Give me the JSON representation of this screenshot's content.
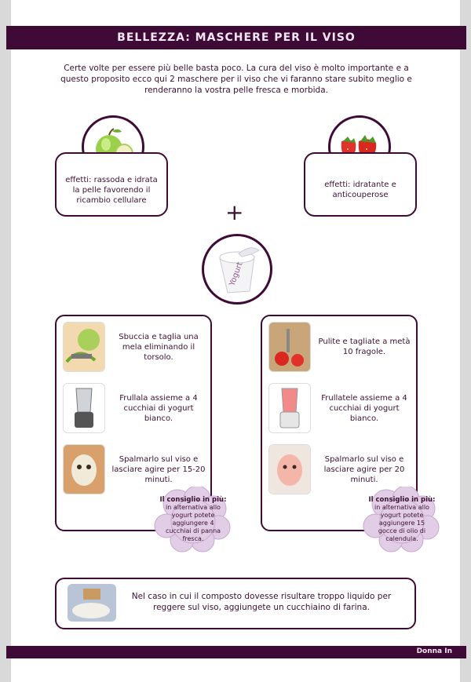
{
  "header": {
    "title": "BELLEZZA: MASCHERE PER IL VISO"
  },
  "intro": {
    "text": "Certe volte per essere più belle basta poco. La cura del viso è molto importante e a questo proposito ecco qui 2 maschere per il viso che vi faranno stare subito meglio e renderanno la vostra pelle fresca e morbida."
  },
  "left": {
    "effect": "effetti: rassoda e idrata la pelle favorendo il ricambio cellulare",
    "steps": [
      "Sbuccia e taglia una mela eliminando il torsolo.",
      "Frullala assieme a 4 cucchiai di yogurt bianco.",
      "Spalmarlo sul viso e lasciare agire per 15-20 minuti."
    ],
    "tip_title": "Il consiglio in più:",
    "tip_text": "in alternativa allo yogurt potete aggiungere 4 cucchiai di panna fresca."
  },
  "right": {
    "effect": "effetti: idratante e anticouperose",
    "steps": [
      "Pulite e tagliate a metà 10 fragole.",
      "Frullatele assieme a 4 cucchiai di yogurt bianco.",
      "Spalmarlo sul viso e lasciare agire per 20 minuti."
    ],
    "tip_title": "Il consiglio in più:",
    "tip_text": "in alternativa allo yogurt potete aggiungere 15 gocce di olio di calendula."
  },
  "plus_sign": "+",
  "yogurt_label": "Yogurt",
  "note": {
    "text": "Nel caso in cui il composto dovesse risultare troppo liquido per reggere sul viso, aggiungete un cucchiaino di farina."
  },
  "footer": {
    "brand": "Donna In"
  },
  "colors": {
    "accent": "#3e0a36",
    "cloud": "#e2cde6",
    "side": "#d9d9d9"
  }
}
